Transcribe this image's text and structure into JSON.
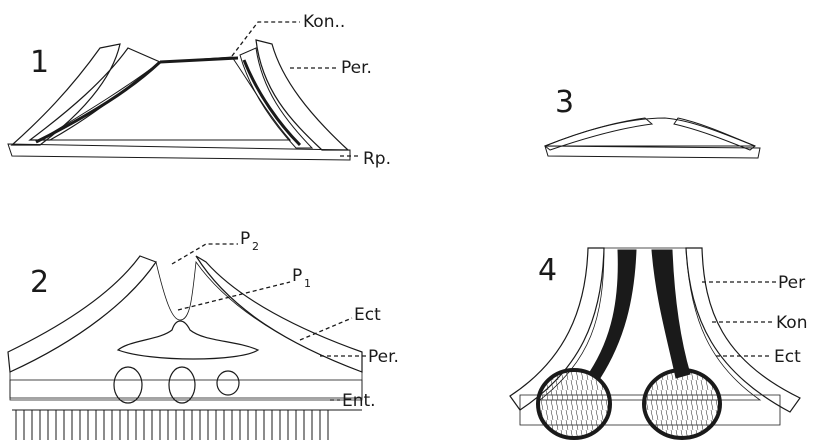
{
  "figure": {
    "panels": [
      {
        "number": "1",
        "labels": [
          "Kon..",
          "Per.",
          "Rp."
        ]
      },
      {
        "number": "2",
        "labels": [
          "P",
          "P",
          "Ect",
          "Per.",
          "Ent."
        ],
        "subscripts": [
          "2",
          "1"
        ]
      },
      {
        "number": "3",
        "labels": []
      },
      {
        "number": "4",
        "labels": [
          "Per",
          "Kon",
          "Ect"
        ]
      }
    ]
  },
  "colors": {
    "ink": "#1a1a1a",
    "paper": "#ffffff"
  }
}
